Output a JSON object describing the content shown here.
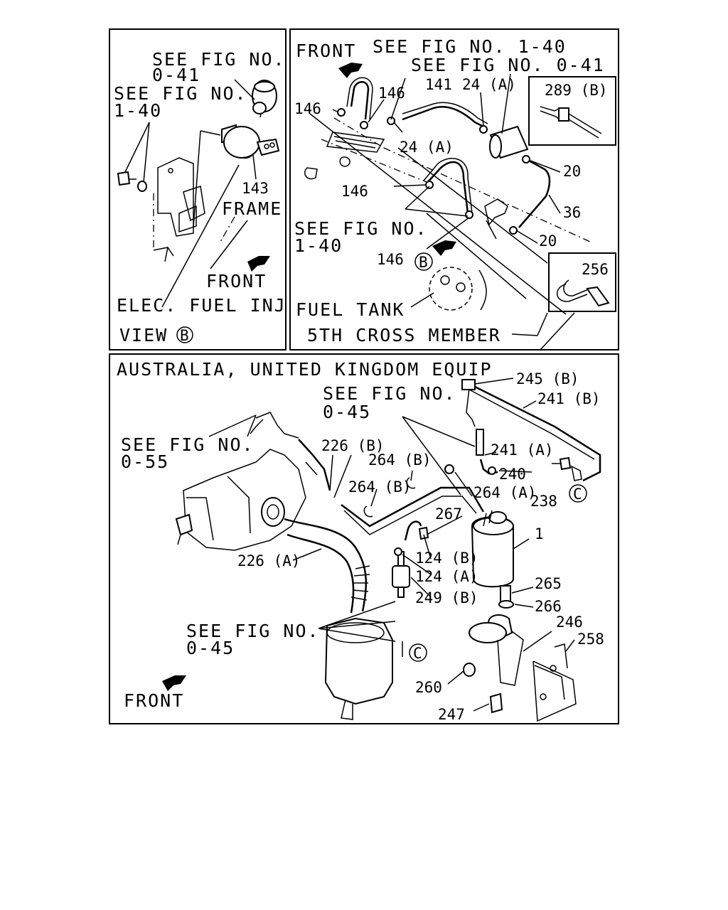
{
  "view_b_panel": {
    "see_fig_0_41": [
      "SEE FIG NO.",
      "0-41"
    ],
    "see_fig_1_40": [
      "SEE FIG NO.",
      "1-40"
    ],
    "part_143": "143",
    "frame": "FRAME",
    "front": "FRONT",
    "elec_fuel_inj": "ELEC. FUEL INJ",
    "view": "VIEW",
    "view_circle": "B"
  },
  "fuel_tank_panel": {
    "front": "FRONT",
    "see_fig_1_40_top": "SEE FIG NO. 1-40",
    "see_fig_0_41": "SEE FIG NO. 0-41",
    "see_fig_1_40_left": [
      "SEE FIG NO.",
      "1-40"
    ],
    "parts": {
      "p146_a": "146",
      "p146_b": "146",
      "p146_c": "146",
      "p146_d": "146",
      "p141": "141",
      "p24a_top": "24 (A)",
      "p24a_mid": "24 (A)",
      "p289b": "289 (B)",
      "p20_top": "20",
      "p36": "36",
      "p20_bot": "20",
      "p256": "256"
    },
    "circle_b": "B",
    "fuel_tank": "FUEL TANK",
    "cross_member": "5TH CROSS MEMBER"
  },
  "equip_panel": {
    "title": "AUSTRALIA, UNITED KINGDOM EQUIP",
    "see_fig_0_45_top": [
      "SEE FIG NO.",
      "0-45"
    ],
    "see_fig_0_55": [
      "SEE FIG NO.",
      "0-55"
    ],
    "see_fig_0_45_bot": [
      "SEE FIG NO.",
      "0-45"
    ],
    "front": "FRONT",
    "circle_c": "C",
    "parts": {
      "p245b": "245 (B)",
      "p241b": "241 (B)",
      "p226b": "226 (B)",
      "p264b_a": "264 (B)",
      "p264b_b": "264 (B)",
      "p241a": "241 (A)",
      "p240": "240",
      "p264a": "264 (A)",
      "p238": "238",
      "p267": "267",
      "p1": "1",
      "p226a": "226 (A)",
      "p124b": "124 (B)",
      "p124a": "124 (A)",
      "p249b": "249 (B)",
      "p265": "265",
      "p266": "266",
      "p246": "246",
      "p258": "258",
      "p260": "260",
      "p247": "247"
    }
  }
}
